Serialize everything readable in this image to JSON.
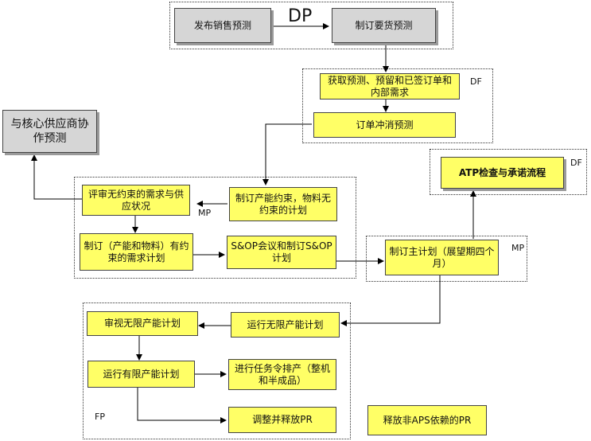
{
  "boxes": {
    "publish_forecast": "发布销售预测",
    "make_stock_forecast": "制订要货预测",
    "get_forecast": "获取预测、预留和已签订单和内部需求",
    "order_offset": "订单冲消预测",
    "core_supplier": "与核心供应商协作预测",
    "atp": "ATP检查与承诺流程",
    "review_unconstrained": "评审无约束的需求与供应状况",
    "make_unconstrained_plan": "制订产能约束，物料无约束的计划",
    "make_constrained_plan": "制订（产能和物料）有约束的需求计划",
    "sop": "S&OP会议和制订S&OP计划",
    "master_schedule": "制订主计划（展望期四个月）",
    "review_infinite": "审视无限产能计划",
    "run_infinite": "运行无限产能计划",
    "run_finite": "运行有限产能计划",
    "task_sequencing": "进行任务令排产（整机和半成品）",
    "adjust_release": "调整并释放PR",
    "release_non_aps": "释放非APS依赖的PR"
  },
  "tags": {
    "dp": "DP",
    "df_top": "DF",
    "df_atp": "DF",
    "mp_left": "MP",
    "mp_right": "MP",
    "fp": "FP"
  }
}
